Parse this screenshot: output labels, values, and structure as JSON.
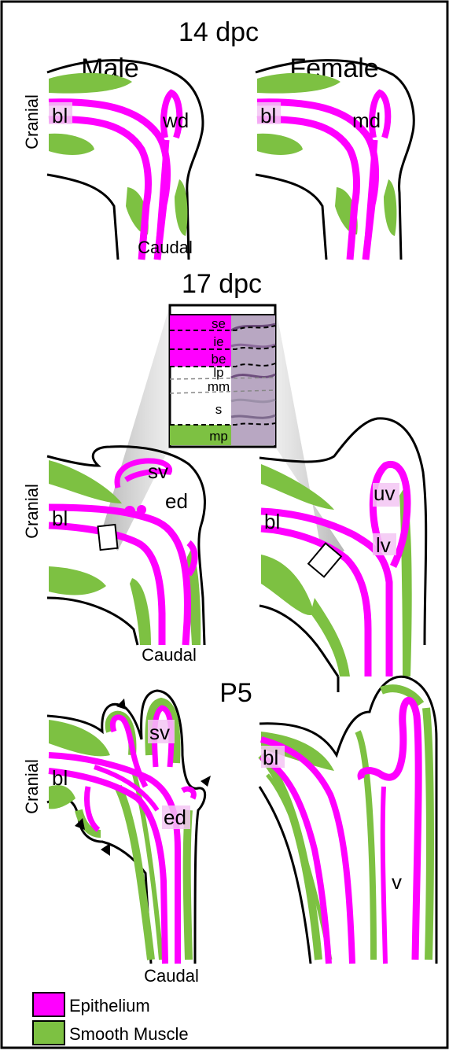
{
  "panels": {
    "dpc14": {
      "stage": "14 dpc",
      "male_title": "Male",
      "female_title": "Female",
      "cranial": "Cranial",
      "caudal": "Caudal",
      "male_bl": "bl",
      "male_duct": "wd",
      "female_bl": "bl",
      "female_duct": "md"
    },
    "dpc17": {
      "stage": "17 dpc",
      "cranial": "Cranial",
      "caudal": "Caudal",
      "male_bl": "bl",
      "male_sv": "sv",
      "male_ed": "ed",
      "female_bl": "bl",
      "female_uv": "uv",
      "female_lv": "lv",
      "inset_layers": [
        "se",
        "ie",
        "be",
        "lp",
        "mm",
        "s",
        "mp"
      ]
    },
    "p5": {
      "stage": "P5",
      "cranial": "Cranial",
      "caudal": "Caudal",
      "male_bl": "bl",
      "male_sv": "sv",
      "male_ed": "ed",
      "female_bl": "bl",
      "female_v": "v"
    }
  },
  "legend": {
    "items": [
      {
        "label": "Epithelium",
        "color": "#ff00ff"
      },
      {
        "label": "Smooth Muscle",
        "color": "#7dc142"
      }
    ]
  },
  "colors": {
    "epithelium": "#ff00ff",
    "smooth_muscle": "#7dc142",
    "outline": "#000000"
  }
}
